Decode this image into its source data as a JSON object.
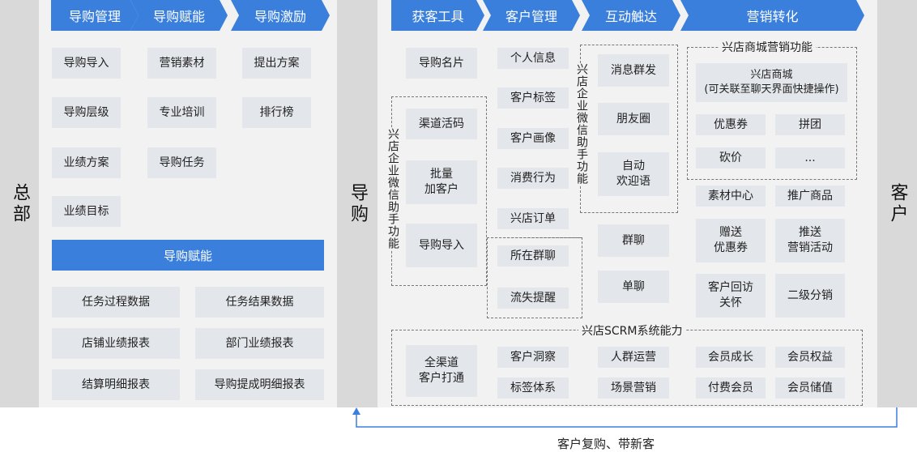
{
  "columns": {
    "hq": "总部",
    "guide": "导购",
    "customer": "客户"
  },
  "left_tabs": [
    "导购管理",
    "导购赋能",
    "导购激励"
  ],
  "left_grid": {
    "manage": [
      "导购导入",
      "导购层级",
      "业绩方案",
      "业绩目标"
    ],
    "empower": [
      "营销素材",
      "专业培训",
      "导购任务"
    ],
    "incentive": [
      "提出方案",
      "排行榜"
    ]
  },
  "left_bar": "导购赋能",
  "left_reports": [
    "任务过程数据",
    "任务结果数据",
    "店铺业绩报表",
    "部门业绩报表",
    "结算明细报表",
    "导购提成明细报表"
  ],
  "right_tabs": [
    "获客工具",
    "客户管理",
    "互动触达",
    "营销转化"
  ],
  "acq": {
    "card": "导购名片",
    "boxes": [
      "渠道活码",
      "批量\n加客户",
      "导购导入"
    ],
    "vertical": "兴店企业微信助手功能"
  },
  "mgmt": {
    "boxes": [
      "个人信息",
      "客户标签",
      "客户画像",
      "消费行为",
      "兴店订单",
      "所在群聊",
      "流失提醒"
    ]
  },
  "interact": {
    "boxes": [
      "消息群发",
      "朋友圈",
      "自动\n欢迎语",
      "群聊",
      "单聊"
    ],
    "vertical": "兴店企业微信助手功能"
  },
  "mall": {
    "title": "兴店商城营销功能",
    "main": "兴店商城\n(可关联至聊天界面快捷操作)",
    "items": [
      "优惠券",
      "拼团",
      "砍价",
      "..."
    ]
  },
  "market": {
    "items": [
      "素材中心",
      "推广商品",
      "赠送\n优惠券",
      "推送\n营销活动",
      "客户回访\n关怀",
      "二级分销"
    ]
  },
  "scrm": {
    "title": "兴店SCRM系统能力",
    "main": "全渠道\n客户打通",
    "items": [
      "客户洞察",
      "人群运营",
      "会员成长",
      "会员权益",
      "标签体系",
      "场景营销",
      "付费会员",
      "会员储值"
    ]
  },
  "bottom_label": "客户复购、带新客",
  "colors": {
    "blue": "#3a7fdc",
    "box": "#e3e6ea",
    "panel": "#f2f2f2",
    "column": "#d9d9d9"
  }
}
